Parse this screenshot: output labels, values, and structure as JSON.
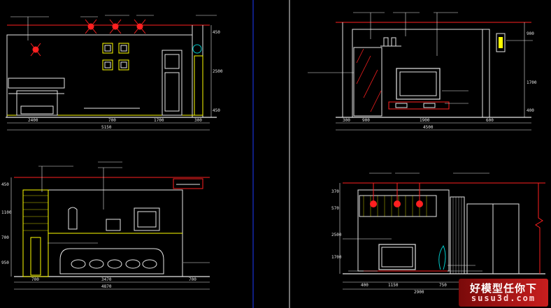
{
  "panels": {
    "tl": {
      "dims_bottom": [
        "2400",
        "700",
        "1700",
        "300"
      ],
      "dim_total": "5150",
      "dims_right": [
        "450",
        "2500",
        "450"
      ],
      "labels_top": [
        "",
        "",
        "",
        "",
        ""
      ],
      "labels_mid": [
        ""
      ]
    },
    "tr": {
      "dims_bottom": [
        "300",
        "900",
        "1900",
        "600"
      ],
      "dim_total": "4500",
      "dims_right": [
        "900",
        "1700",
        "400"
      ],
      "labels_top": [
        "",
        "",
        ""
      ],
      "labels_left": [
        "",
        ""
      ],
      "labels_right": [
        "",
        "",
        ""
      ]
    },
    "bl": {
      "dims_bottom": [
        "700",
        "3470",
        "700"
      ],
      "dim_total": "4870",
      "dims_left": [
        "450",
        "1100",
        "700",
        "950"
      ],
      "labels_top": [
        "",
        "",
        ""
      ],
      "labels_mid": [
        ""
      ],
      "labels_right": [
        ""
      ]
    },
    "br": {
      "dims_bottom": [
        "400",
        "1150",
        "750"
      ],
      "dim_total": "2900",
      "dims_left": [
        "370",
        "570",
        "2500",
        "1700"
      ],
      "labels_top": [
        "",
        "",
        "",
        ""
      ],
      "labels_left": [
        "",
        ""
      ],
      "labels_right": [
        "",
        ""
      ]
    }
  },
  "watermark": {
    "line1": "好模型任你下",
    "line2": "susu3d.com"
  },
  "colors": {
    "background": "#000000",
    "line_white": "#e6e6e6",
    "line_yellow": "#ffff00",
    "line_red": "#ff2020",
    "line_cyan": "#00c8c8",
    "line_magenta": "#ff40ff",
    "watermark_red": "#c81e1e"
  }
}
